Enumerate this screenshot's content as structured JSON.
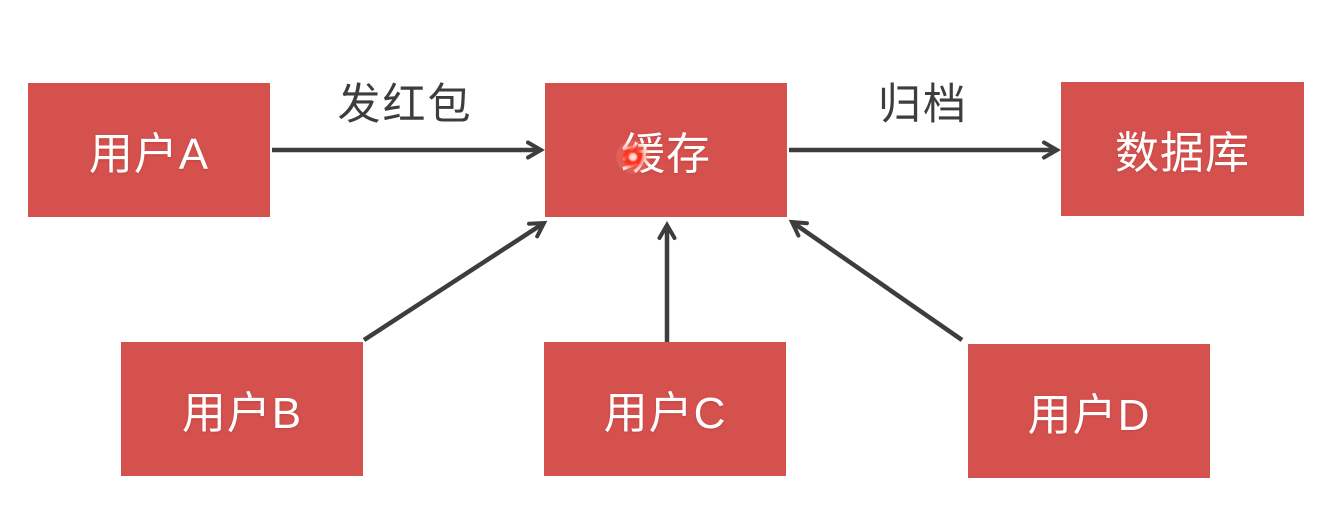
{
  "diagram": {
    "title": "red-packet cache flow",
    "nodes": {
      "userA": {
        "label": "用户A"
      },
      "cache": {
        "label": "缓存"
      },
      "database": {
        "label": "数据库"
      },
      "userB": {
        "label": "用户B"
      },
      "userC": {
        "label": "用户C"
      },
      "userD": {
        "label": "用户D"
      }
    },
    "edges": [
      {
        "from": "用户A",
        "to": "缓存",
        "label": "发红包"
      },
      {
        "from": "缓存",
        "to": "数据库",
        "label": "归档"
      },
      {
        "from": "用户B",
        "to": "缓存",
        "label": ""
      },
      {
        "from": "用户C",
        "to": "缓存",
        "label": ""
      },
      {
        "from": "用户D",
        "to": "缓存",
        "label": ""
      }
    ],
    "colors": {
      "node_fill": "#d5514e",
      "node_text": "#ffffff",
      "arrow": "#3d3d3d",
      "edge_label_text": "#3d3d3d",
      "pointer_dot": "#ff2d16",
      "background": "#ffffff"
    }
  }
}
